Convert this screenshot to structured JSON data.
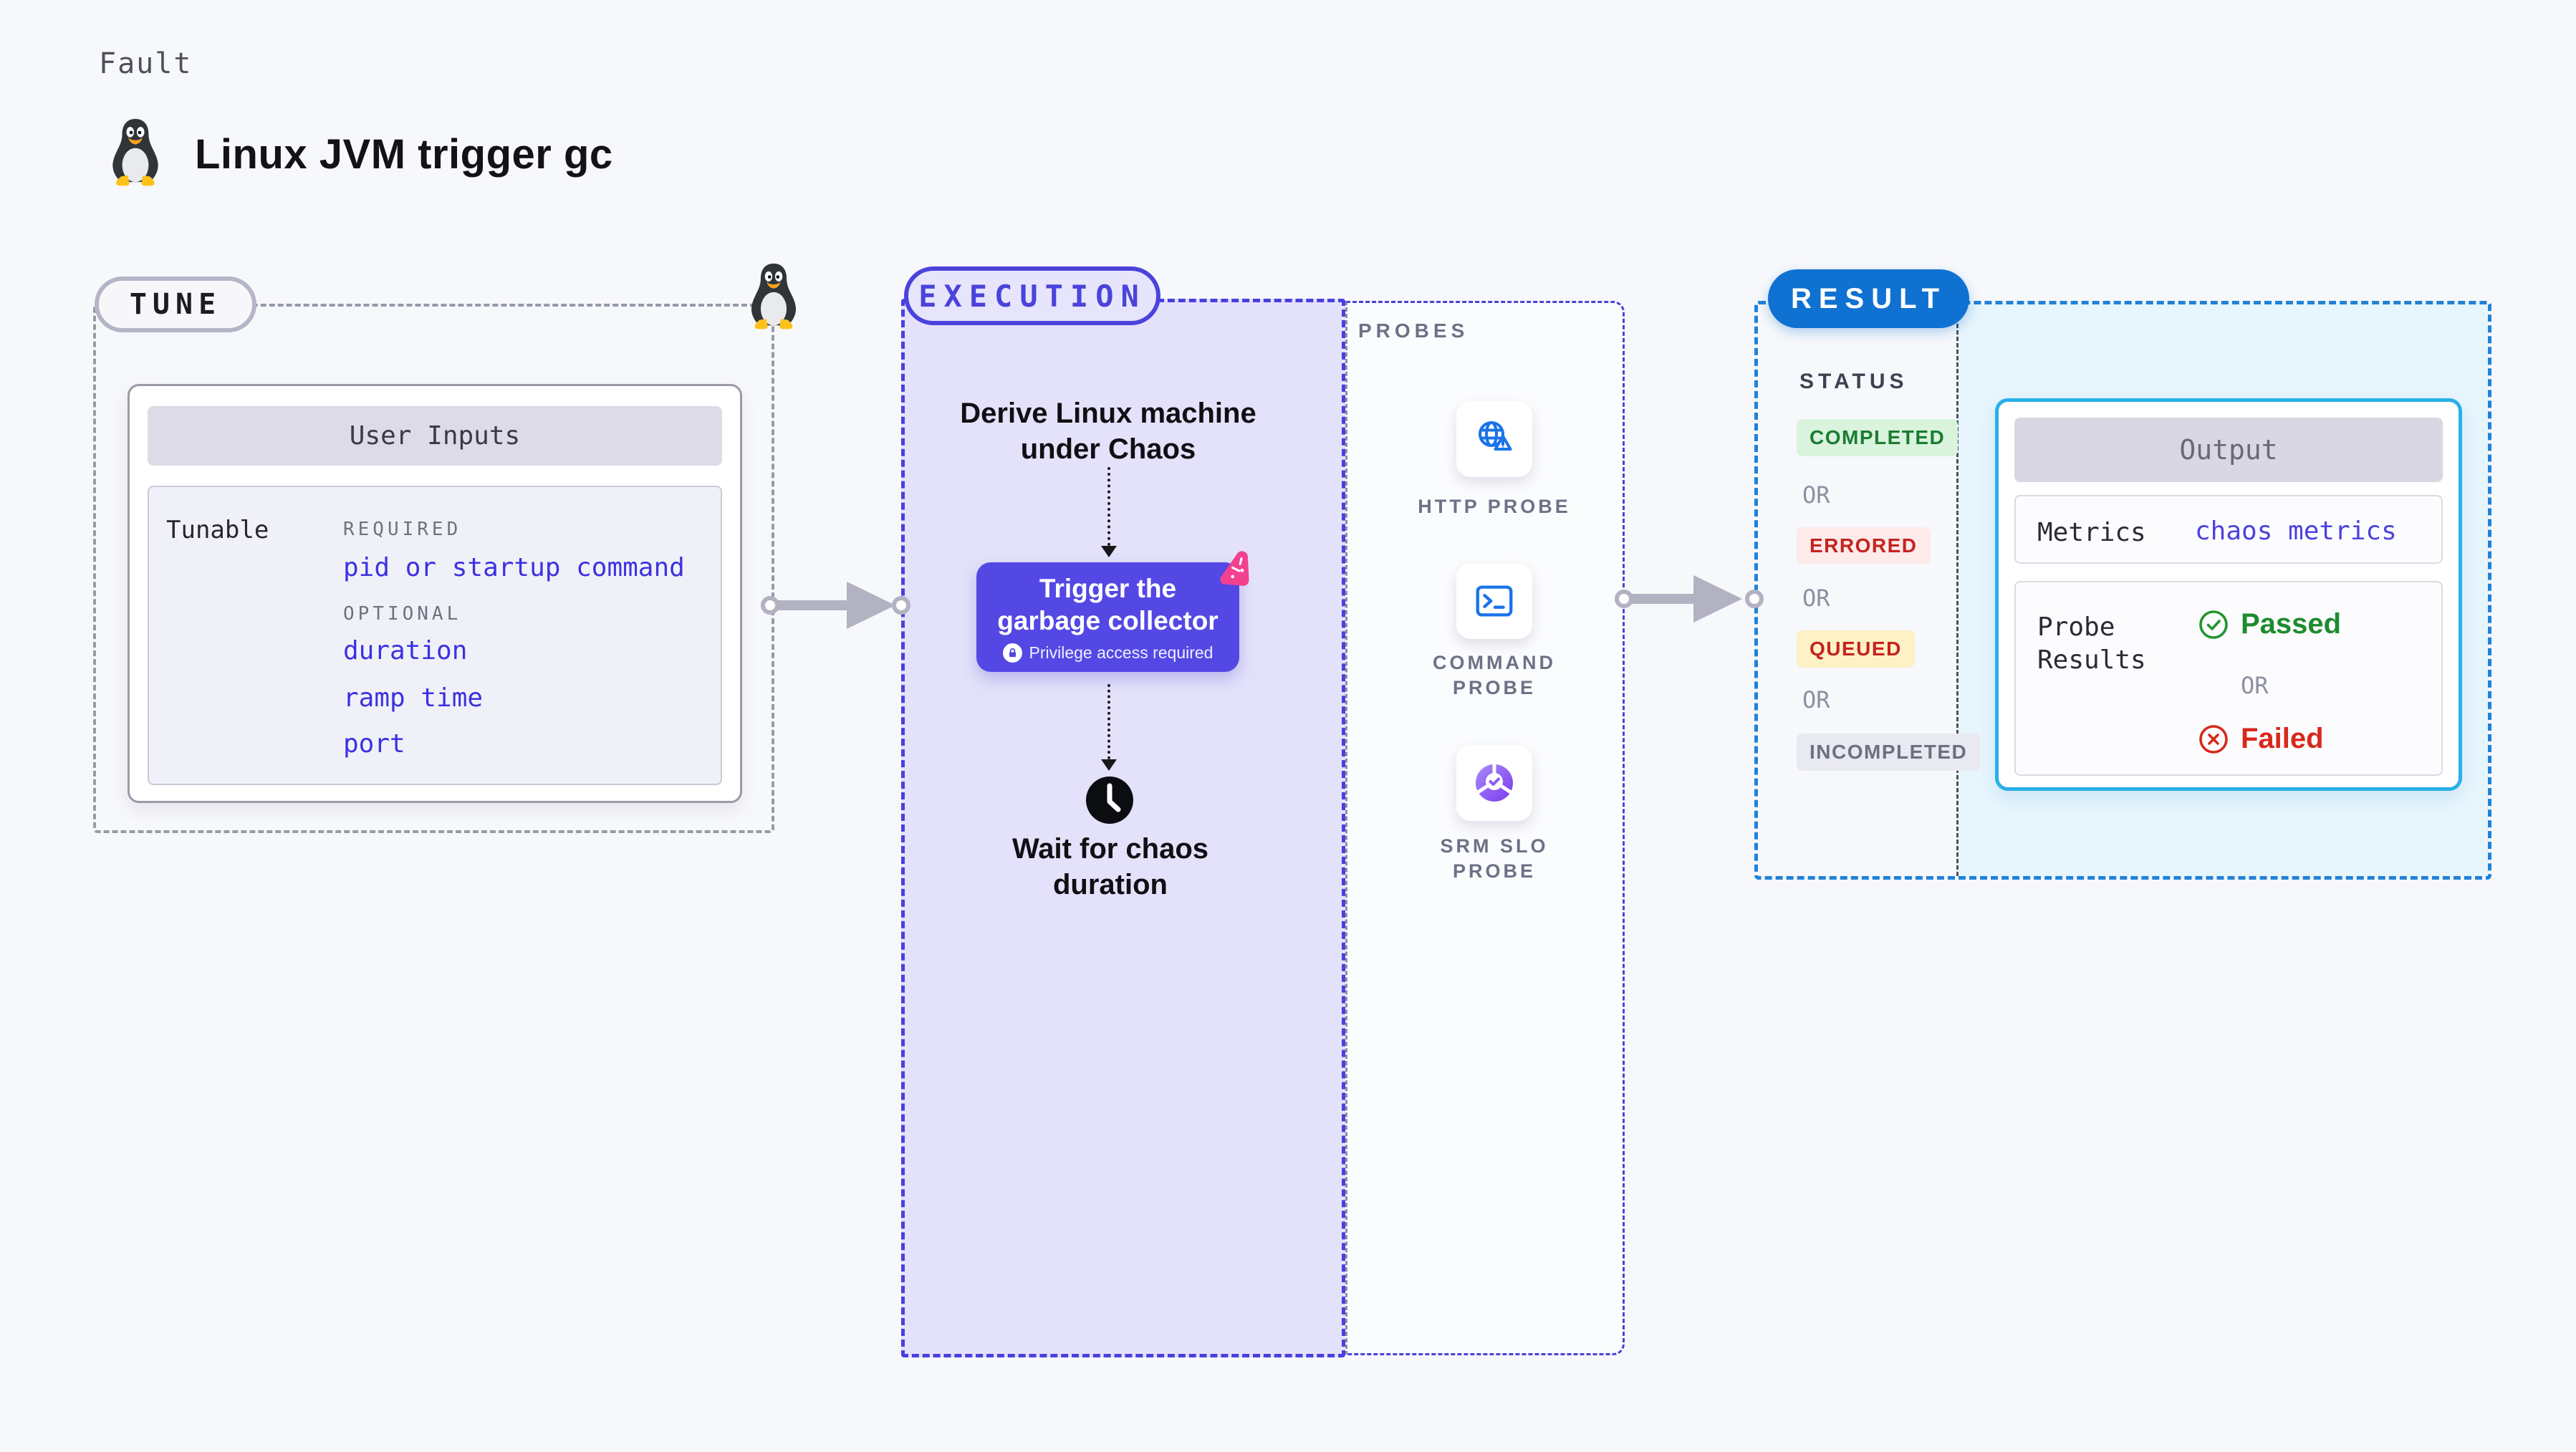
{
  "header": {
    "eyebrow": "Fault",
    "title": "Linux JVM trigger gc",
    "icon": "tux-penguin"
  },
  "tune": {
    "badge": "TUNE",
    "corner_icon": "tux-penguin",
    "table": {
      "header": "User Inputs",
      "row_label": "Tunable",
      "required_label": "REQUIRED",
      "required_params": [
        "pid or startup command"
      ],
      "optional_label": "OPTIONAL",
      "optional_params": [
        "duration",
        "ramp time",
        "port"
      ]
    }
  },
  "execution": {
    "badge": "EXECUTION",
    "derive_line1": "Derive Linux machine",
    "derive_line2": "under Chaos",
    "trigger": {
      "line1": "Trigger the",
      "line2": "garbage collector",
      "note": "Privilege access required",
      "note_icon": "lock-icon",
      "corner_icon": "chaos-pink-icon"
    },
    "wait_line1": "Wait for chaos",
    "wait_line2": "duration",
    "wait_icon": "clock-icon",
    "probes": {
      "label": "PROBES",
      "items": [
        {
          "name": "HTTP PROBE",
          "icon": "globe-alert-icon"
        },
        {
          "name": "COMMAND PROBE",
          "icon": "terminal-icon"
        },
        {
          "name": "SRM SLO PROBE",
          "icon": "slo-pie-icon"
        }
      ]
    }
  },
  "result": {
    "badge": "RESULT",
    "status": {
      "label": "STATUS",
      "or": "OR",
      "values": [
        {
          "text": "COMPLETED",
          "fg": "#1b7d31",
          "bg": "#d9f3dd"
        },
        {
          "text": "ERRORED",
          "fg": "#c5231f",
          "bg": "#fdeaea"
        },
        {
          "text": "QUEUED",
          "fg": "#c5231f",
          "bg": "#fdf1c5"
        },
        {
          "text": "INCOMPLETED",
          "fg": "#6e7080",
          "bg": "#e9e9f1"
        }
      ]
    },
    "output": {
      "header": "Output",
      "metrics_label": "Metrics",
      "metrics_value": "chaos metrics",
      "probe_label_line1": "Probe",
      "probe_label_line2": "Results",
      "passed": "Passed",
      "or": "OR",
      "failed": "Failed",
      "passed_icon": "check-circle-icon",
      "failed_icon": "x-circle-icon"
    }
  },
  "colors": {
    "page_bg": "#f7f8fb",
    "accent_indigo": "#4b43db",
    "node_indigo": "#5448e5",
    "lavender_bg": "#e4e2fa",
    "tune_border_gray": "#979aa7",
    "probe_icon_blue": "#1a73e8",
    "srm_purple": "#7c3aed",
    "chaos_pink": "#f2418f",
    "result_pill_blue": "#0f72d2",
    "result_border_blue": "#1f82d9",
    "result_panel_cyan": "#e7f5fd",
    "output_border_cyan": "#28b0e7",
    "param_link_indigo": "#3c31e2",
    "passed_green": "#1e8b2f",
    "failed_red": "#d8281c",
    "connector_gray": "#b2b2c2"
  }
}
